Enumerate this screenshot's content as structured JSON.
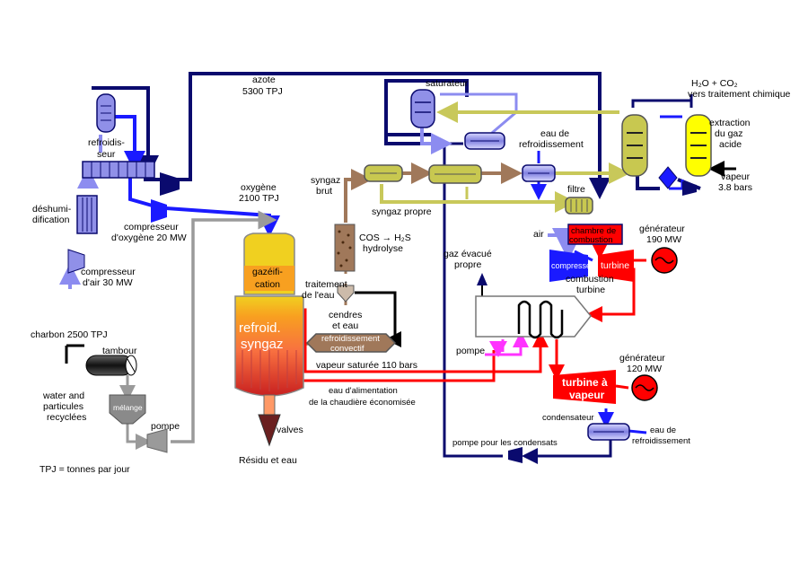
{
  "labels": {
    "azote": "azote",
    "azote_rate": "5300 TPJ",
    "saturateur": "saturateur",
    "h2o_co2": "H₂O + CO₂",
    "vers_traitement": "vers traitement chimique",
    "refroidisseur_1": "refroidis-",
    "refroidisseur_2": "seur",
    "eau_de": "eau de",
    "refroidissement": "refroidissement",
    "extraction_1": "extraction",
    "extraction_2": "du gaz",
    "extraction_3": "acide",
    "vapeur_in_1": "vapeur",
    "vapeur_in_2": "3.8 bars",
    "oxygene": "oxygène",
    "oxygene_rate": "2100 TPJ",
    "syngaz_brut_1": "syngaz",
    "syngaz_brut_2": "brut",
    "syngaz_propre": "syngaz propre",
    "filtre": "filtre",
    "deshumi_1": "déshumi-",
    "deshumi_2": "dification",
    "comp_oxygene_1": "compresseur",
    "comp_oxygene_2": "d'oxygène 20 MW",
    "chambre_1": "chambre de",
    "chambre_2": "combustion",
    "generateur_190_1": "générateur",
    "generateur_190_2": "190 MW",
    "air": "air",
    "cos_h2s": "COS → H₂S",
    "hydrolyse": "hydrolyse",
    "gaz_evacue_1": "gaz évacué",
    "gaz_evacue_2": "propre",
    "compresseur_box": "compresseur",
    "turbine_box": "turbine",
    "combustion_turbine_1": "combustion",
    "combustion_turbine_2": "turbine",
    "gazeification_1": "gazéifi-",
    "gazeification_2": "cation",
    "comp_air_1": "compresseur",
    "comp_air_2": "d'air 30 MW",
    "traitement_1": "traitement",
    "traitement_2": "de l'eau",
    "cendres_1": "cendres",
    "cendres_2": "et eau",
    "refroid_syngaz_1": "refroid.",
    "refroid_syngaz_2": "syngaz",
    "refroid_convectif_1": "refroidissement",
    "refroid_convectif_2": "convectif",
    "charbon": "charbon 2500 TPJ",
    "tambour": "tambour",
    "pompe_mid": "pompe",
    "generateur_120_1": "générateur",
    "generateur_120_2": "120 MW",
    "vapeur_saturee": "vapeur saturée 110 bars",
    "water_1": "water and",
    "water_2": "particules",
    "water_3": "recyclées",
    "eau_alim_1": "eau d'alimentation",
    "eau_alim_2": "de la chaudière économisée",
    "turbine_vapeur_1": "turbine à",
    "turbine_vapeur_2": "vapeur",
    "melange": "mélange",
    "valves": "valves",
    "condensateur": "condensateur",
    "eau_de_2": "eau de",
    "refroidissement_2": "refroidissement",
    "pompe_left": "pompe",
    "pompe_condensats": "pompe pour les condensats",
    "residu": "Résidu et eau",
    "tpj_legend": "TPJ  = tonnes par jour"
  },
  "colors": {
    "navy": "#0a0a6e",
    "blue": "#1a1aff",
    "lavender": "#8c8cf0",
    "brown": "#a0785a",
    "olive": "#c8c85a",
    "gray": "#9a9a9a",
    "red": "#ff0000",
    "magenta": "#ff33ff",
    "black": "#000000",
    "vessel_fill": "#c8c850",
    "exchanger_fill": "#9090e8"
  }
}
